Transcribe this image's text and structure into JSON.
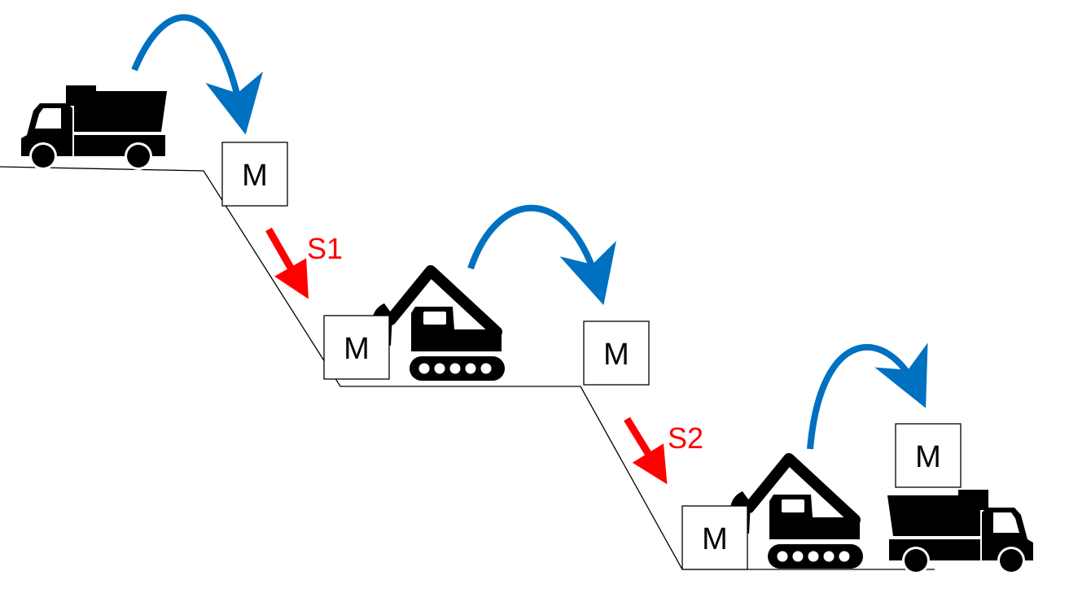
{
  "material_boxes": [
    {
      "id": "m1",
      "label": "M"
    },
    {
      "id": "m2",
      "label": "M"
    },
    {
      "id": "m3",
      "label": "M"
    },
    {
      "id": "m4",
      "label": "M"
    },
    {
      "id": "m5",
      "label": "M"
    }
  ],
  "steps": [
    {
      "id": "s1",
      "label": "S1"
    },
    {
      "id": "s2",
      "label": "S2"
    }
  ],
  "colors": {
    "transfer_arrow": "#0070c0",
    "step_arrow": "#ff0000",
    "vehicle": "#000000",
    "terrain": "#000000"
  },
  "icons": [
    "dump-truck-icon",
    "excavator-icon",
    "excavator-icon",
    "dump-truck-icon"
  ]
}
